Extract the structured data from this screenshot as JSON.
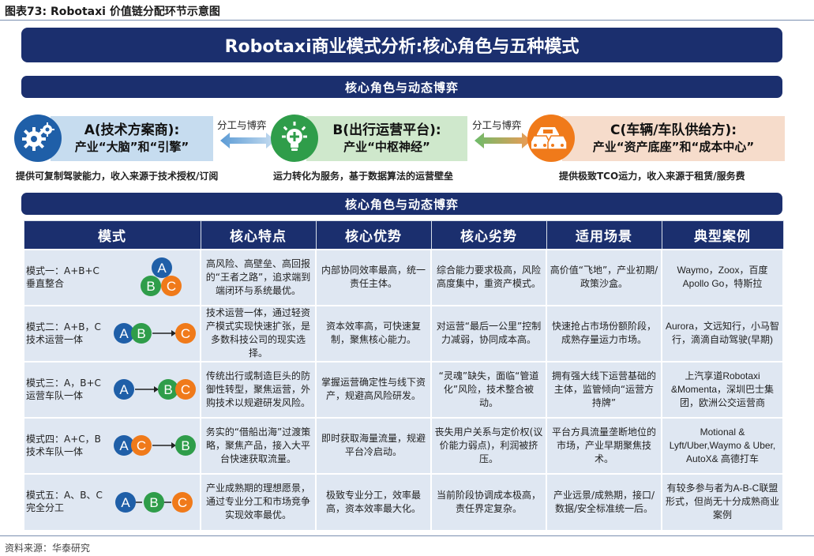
{
  "figure_label": "图表73:  Robotaxi 价值链分配环节示意图",
  "main_title": "Robotaxi商业模式分析:核心角色与五种模式",
  "section1_title": "核心角色与动态博弈",
  "section2_title": "核心角色与动态博弈",
  "roles": {
    "a": {
      "title": "A(技术方案商):",
      "subtitle": "产业“大脑”和“引擎”",
      "caption": "提供可复制驾驶能力，收入来源于技术授权/订阅",
      "icon": "gear-icon",
      "color": "#1f5fa8"
    },
    "b": {
      "title": "B(出行运营平台):",
      "subtitle": "产业“中枢神经”",
      "caption": "运力转化为服务，基于数据算法的运营壁垒",
      "icon": "lightbulb-plus-icon",
      "color": "#2f9d4a"
    },
    "c": {
      "title": "C(车辆/车队供给方):",
      "subtitle": "产业“资产底座”和“成本中心”",
      "caption": "提供极致TCO运力，收入来源于租赁/服务费",
      "icon": "cars-icon",
      "color": "#f07a1a"
    }
  },
  "links": {
    "ab": "分工与博弈",
    "bc": "分工与博弈"
  },
  "table": {
    "headers": [
      "模式",
      "核心特点",
      "核心优势",
      "核心劣势",
      "适用场景",
      "典型案例"
    ],
    "rows": [
      {
        "mode": "模式一：A+B+C垂直整合",
        "feature": "高风险、高壁垒、高回报的“王者之路”，追求端到端闭环与系统最优。",
        "advantage": "内部协同效率最高，统一责任主体。",
        "disadvantage": "综合能力要求极高，风险高度集中，重资产模式。",
        "scenario": "高价值“飞地”，产业初期/政策沙盒。",
        "cases": "Waymo，Zoox，百度Apollo Go，特斯拉"
      },
      {
        "mode": "模式二：A+B，C技术运营一体",
        "feature": "技术运营一体，通过轻资产模式实现快速扩张，是多数科技公司的现实选择。",
        "advantage": "资本效率高，可快速复制，聚焦核心能力。",
        "disadvantage": "对运营“最后一公里”控制力减弱，协同成本高。",
        "scenario": "快速抢占市场份额阶段，成熟存量运力市场。",
        "cases": "Aurora，文远知行，小马智行，滴滴自动驾驶(早期)"
      },
      {
        "mode": "模式三：A，B+C运营车队一体",
        "feature": "传统出行或制造巨头的防御性转型，聚焦运营，外购技术以规避研发风险。",
        "advantage": "掌握运营确定性与线下资产，规避高风险研发。",
        "disadvantage": "“灵魂”缺失，面临“管道化”风险，技术整合被动。",
        "scenario": "拥有强大线下运营基础的主体，监管倾向“运营方持牌”",
        "cases": "上汽享道Robotaxi &Momenta，深圳巴士集团，欧洲公交运营商"
      },
      {
        "mode": "模式四：A+C，B技术车队一体",
        "feature": "务实的“借船出海”过渡策略，聚焦产品，接入大平台快速获取流量。",
        "advantage": "即时获取海量流量，规避平台冷启动。",
        "disadvantage": "丧失用户关系与定价权(议价能力弱点)，利润被挤压。",
        "scenario": "平台方具流量垄断地位的市场，产业早期聚焦技术。",
        "cases": "Motional & Lyft/Uber,Waymo & Uber, AutoX& 高德打车"
      },
      {
        "mode": "模式五：A、B、C完全分工",
        "feature": "产业成熟期的理想愿景，通过专业分工和市场竞争实现效率最优。",
        "advantage": "极致专业分工，效率最高，资本效率最大化。",
        "disadvantage": "当前阶段协调成本极高，责任界定复杂。",
        "scenario": "产业远景/成熟期，接口/数据/安全标准统一后。",
        "cases": "有较多参与者为A-B-C联盟形式，但尚无十分成熟商业案例"
      }
    ]
  },
  "diagram_letters": {
    "a": "A",
    "b": "B",
    "c": "C"
  },
  "source": "资料来源：华泰研究"
}
